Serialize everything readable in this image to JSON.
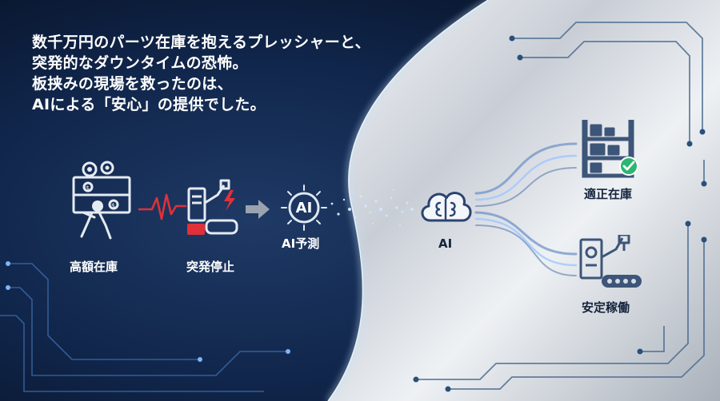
{
  "headline": {
    "lines": [
      "数千万円のパーツ在庫を抱えるプレッシャーと、",
      "突発的なダウンタイムの恐怖。",
      "板挟みの現場を救ったのは、",
      "AIによる「安心」の提供でした。"
    ]
  },
  "problems": {
    "inventory_label": "高額在庫",
    "stop_label": "突発停止"
  },
  "prediction": {
    "badge_text": "AI",
    "label": "AI予測"
  },
  "ai_hub": {
    "label": "AI"
  },
  "outcomes": {
    "inventory_label": "適正在庫",
    "operation_label": "安定稼働"
  },
  "colors": {
    "navy": "#0c1a33",
    "silver": "#d8dde4",
    "alert_red": "#e0313a",
    "success_green": "#2bb673",
    "glow_blue": "#7fc4ff"
  }
}
